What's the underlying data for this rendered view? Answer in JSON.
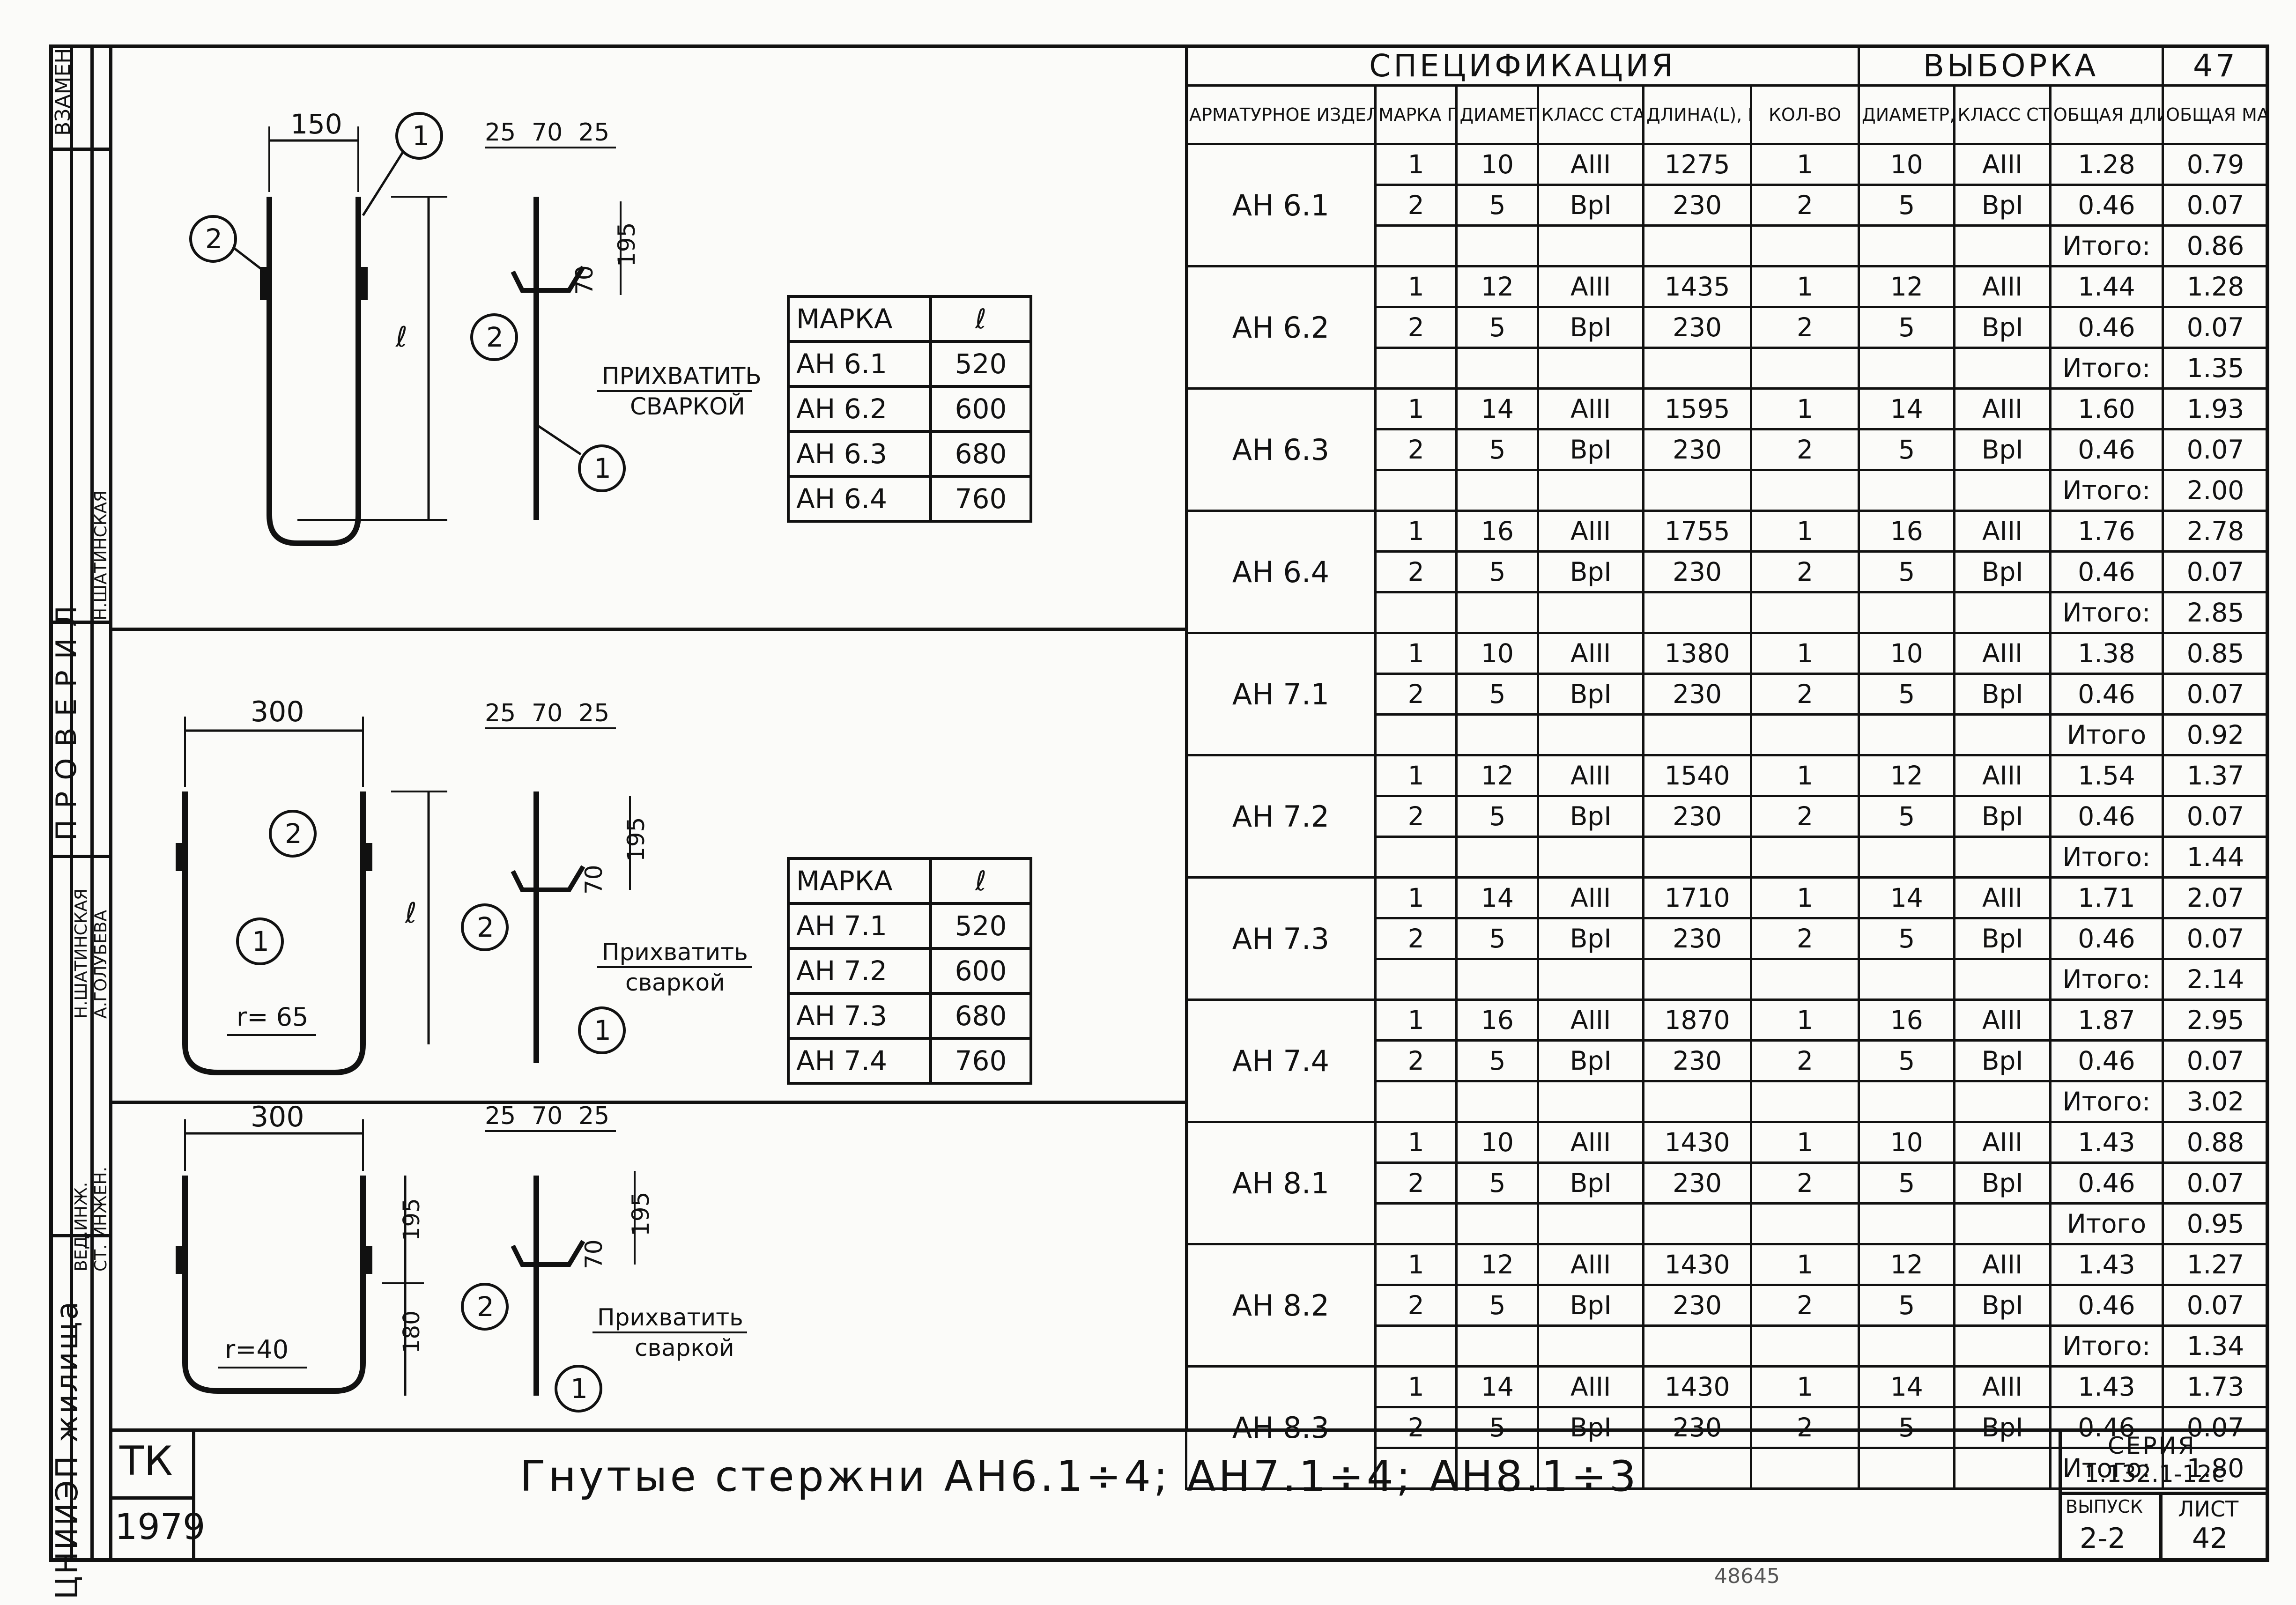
{
  "sheet_number_top": "47",
  "stamp": {
    "vzamen": "ВЗАМЕН",
    "proveril": "ПРОВЕРИЛ",
    "sign_top": "Н.ШАТИНСКАЯ",
    "ved_inzh_label": "ВЕД.ИНЖ.",
    "sign_mid": "Н.ШАТИНСКАЯ",
    "st_inzh_label": "СТ. ИНЖЕН.",
    "sign_bottom": "А.ГОЛУБЕВА",
    "org": "ЦНИИЭП жилища"
  },
  "views": [
    {
      "width_label": "150",
      "dims_side": [
        "25",
        "70",
        "25"
      ],
      "dim_195": "195",
      "dim_70": "70",
      "dim_length": "ℓ",
      "callout_1": "1",
      "callout_2": "2",
      "weld_line1": "ПРИХВАТИТЬ",
      "weld_line2": "СВАРКОЙ"
    },
    {
      "width_label": "300",
      "dims_side": [
        "25",
        "70",
        "25"
      ],
      "dim_195": "195",
      "dim_70": "70",
      "dim_length": "ℓ",
      "radius": "r= 65",
      "callout_1": "1",
      "callout_2": "2",
      "weld_line1": "Прихватить",
      "weld_line2": "сваркой"
    },
    {
      "width_label": "300",
      "dims_side": [
        "25",
        "70",
        "25"
      ],
      "dim_195": "195",
      "dim_70": "70",
      "dim_180": "180",
      "radius": "r=40",
      "callout_1": "1",
      "callout_2": "2",
      "weld_line1": "Прихватить",
      "weld_line2": "сваркой"
    }
  ],
  "mark_tables": [
    {
      "headers": [
        "МАРКА",
        "ℓ"
      ],
      "rows": [
        [
          "АН 6.1",
          "520"
        ],
        [
          "АН 6.2",
          "600"
        ],
        [
          "АН 6.3",
          "680"
        ],
        [
          "АН 6.4",
          "760"
        ]
      ]
    },
    {
      "headers": [
        "МАРКА",
        "ℓ"
      ],
      "rows": [
        [
          "АН 7.1",
          "520"
        ],
        [
          "АН 7.2",
          "600"
        ],
        [
          "АН 7.3",
          "680"
        ],
        [
          "АН 7.4",
          "760"
        ]
      ]
    }
  ],
  "spec": {
    "section_spec": "СПЕЦИФИКАЦИЯ",
    "section_vyb": "ВЫБОРКА",
    "headers": [
      "АРМАТУРНОЕ ИЗДЕЛИЕ",
      "МАРКА ПОЗ.",
      "ДИАМЕТР, ММ",
      "КЛАСС СТАЛИ",
      "ДЛИНА(L), ММ",
      "КОЛ-ВО",
      "ДИАМЕТР, ММ",
      "КЛАСС СТАЛИ",
      "ОБЩАЯ ДЛИНА,М",
      "ОБЩАЯ МАССА,КГ"
    ],
    "groups": [
      {
        "name": "АН 6.1",
        "rows": [
          [
            "1",
            "10",
            "АIII",
            "1275",
            "1",
            "10",
            "АIII",
            "1.28",
            "0.79"
          ],
          [
            "2",
            "5",
            "ВрI",
            "230",
            "2",
            "5",
            "ВрI",
            "0.46",
            "0.07"
          ]
        ],
        "total_label": "Итого:",
        "total": "0.86"
      },
      {
        "name": "АН 6.2",
        "rows": [
          [
            "1",
            "12",
            "АIII",
            "1435",
            "1",
            "12",
            "АIII",
            "1.44",
            "1.28"
          ],
          [
            "2",
            "5",
            "ВрI",
            "230",
            "2",
            "5",
            "ВрI",
            "0.46",
            "0.07"
          ]
        ],
        "total_label": "Итого:",
        "total": "1.35"
      },
      {
        "name": "АН 6.3",
        "rows": [
          [
            "1",
            "14",
            "АIII",
            "1595",
            "1",
            "14",
            "АIII",
            "1.60",
            "1.93"
          ],
          [
            "2",
            "5",
            "ВрI",
            "230",
            "2",
            "5",
            "ВрI",
            "0.46",
            "0.07"
          ]
        ],
        "total_label": "Итого:",
        "total": "2.00"
      },
      {
        "name": "АН 6.4",
        "rows": [
          [
            "1",
            "16",
            "АIII",
            "1755",
            "1",
            "16",
            "АIII",
            "1.76",
            "2.78"
          ],
          [
            "2",
            "5",
            "ВрI",
            "230",
            "2",
            "5",
            "ВрI",
            "0.46",
            "0.07"
          ]
        ],
        "total_label": "Итого:",
        "total": "2.85"
      },
      {
        "name": "АН 7.1",
        "rows": [
          [
            "1",
            "10",
            "АIII",
            "1380",
            "1",
            "10",
            "АIII",
            "1.38",
            "0.85"
          ],
          [
            "2",
            "5",
            "ВрI",
            "230",
            "2",
            "5",
            "ВрI",
            "0.46",
            "0.07"
          ]
        ],
        "total_label": "Итого",
        "total": "0.92"
      },
      {
        "name": "АН 7.2",
        "rows": [
          [
            "1",
            "12",
            "АIII",
            "1540",
            "1",
            "12",
            "АIII",
            "1.54",
            "1.37"
          ],
          [
            "2",
            "5",
            "ВрI",
            "230",
            "2",
            "5",
            "ВрI",
            "0.46",
            "0.07"
          ]
        ],
        "total_label": "Итого:",
        "total": "1.44"
      },
      {
        "name": "АН 7.3",
        "rows": [
          [
            "1",
            "14",
            "АIII",
            "1710",
            "1",
            "14",
            "АIII",
            "1.71",
            "2.07"
          ],
          [
            "2",
            "5",
            "ВрI",
            "230",
            "2",
            "5",
            "ВрI",
            "0.46",
            "0.07"
          ]
        ],
        "total_label": "Итого:",
        "total": "2.14"
      },
      {
        "name": "АН 7.4",
        "rows": [
          [
            "1",
            "16",
            "АIII",
            "1870",
            "1",
            "16",
            "АIII",
            "1.87",
            "2.95"
          ],
          [
            "2",
            "5",
            "ВрI",
            "230",
            "2",
            "5",
            "ВрI",
            "0.46",
            "0.07"
          ]
        ],
        "total_label": "Итого:",
        "total": "3.02"
      },
      {
        "name": "АН 8.1",
        "rows": [
          [
            "1",
            "10",
            "АIII",
            "1430",
            "1",
            "10",
            "АIII",
            "1.43",
            "0.88"
          ],
          [
            "2",
            "5",
            "ВрI",
            "230",
            "2",
            "5",
            "ВрI",
            "0.46",
            "0.07"
          ]
        ],
        "total_label": "Итого",
        "total": "0.95"
      },
      {
        "name": "АН 8.2",
        "rows": [
          [
            "1",
            "12",
            "АIII",
            "1430",
            "1",
            "12",
            "АIII",
            "1.43",
            "1.27"
          ],
          [
            "2",
            "5",
            "ВрI",
            "230",
            "2",
            "5",
            "ВрI",
            "0.46",
            "0.07"
          ]
        ],
        "total_label": "Итого:",
        "total": "1.34"
      },
      {
        "name": "АН 8.3",
        "rows": [
          [
            "1",
            "14",
            "АIII",
            "1430",
            "1",
            "14",
            "АIII",
            "1.43",
            "1.73"
          ],
          [
            "2",
            "5",
            "ВрI",
            "230",
            "2",
            "5",
            "ВрI",
            "0.46",
            "0.07"
          ]
        ],
        "total_label": "Итого:",
        "total": "1.80"
      }
    ]
  },
  "title_block": {
    "tk": "ТК",
    "year": "1979",
    "title": "Гнутые стержни АН6.1÷4; АН7.1÷4; АН8.1÷3",
    "seria_label": "СЕРИЯ",
    "seria": "1.132.1-12с",
    "vypusk_label": "ВЫПУСК",
    "vypusk": "2-2",
    "list_label": "ЛИСТ",
    "list": "42"
  },
  "footer_code": "48645"
}
